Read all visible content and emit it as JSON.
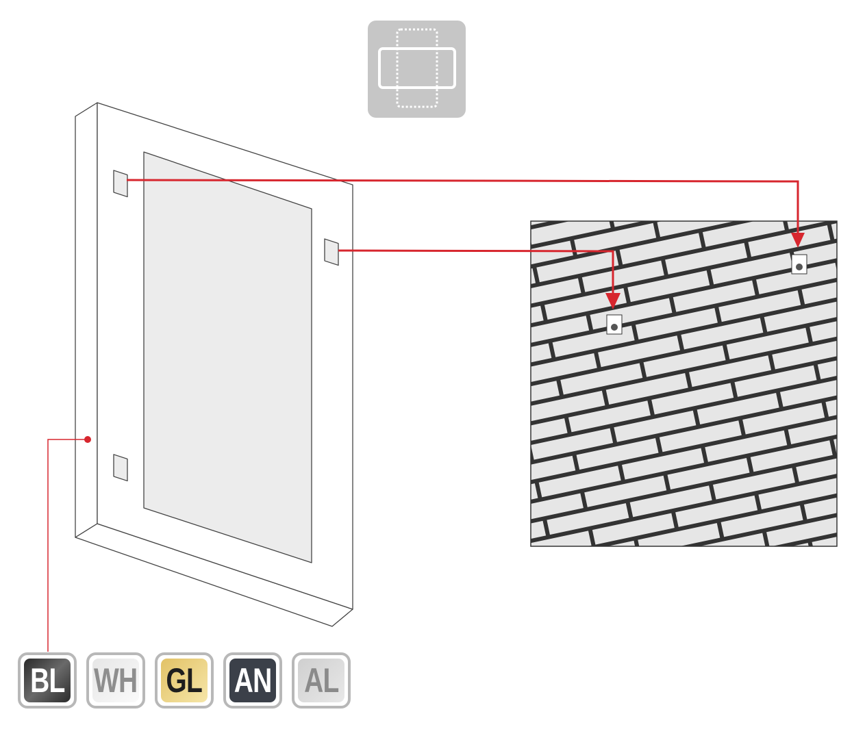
{
  "diagram": {
    "title_icon": "frame-mount-icon",
    "accent_color": "#d7262e",
    "finishes": [
      {
        "code": "BL",
        "bg": "#3a3a3a",
        "fg": "#ffffff"
      },
      {
        "code": "WH",
        "bg": "#efefef",
        "fg": "#8e8e8e"
      },
      {
        "code": "GL",
        "bg": "#e8cf78",
        "fg": "#1e1e1e"
      },
      {
        "code": "AN",
        "bg": "#3b4049",
        "fg": "#ffffff"
      },
      {
        "code": "AL",
        "bg": "#d8d8d8",
        "fg": "#8a8a8a"
      }
    ]
  }
}
